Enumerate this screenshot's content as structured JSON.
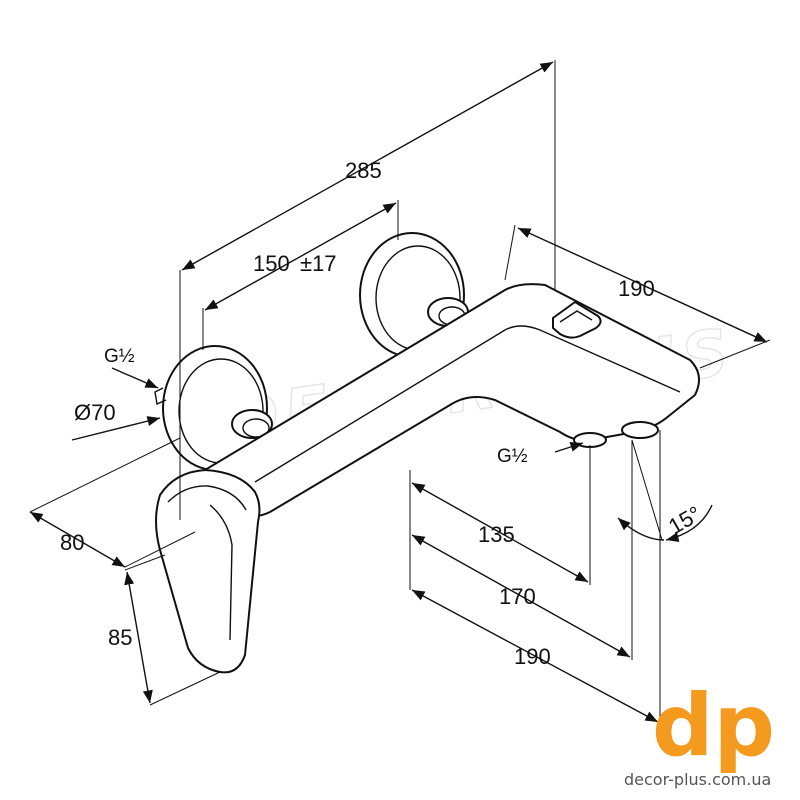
{
  "watermark": "DECOR PLUS",
  "dimensions": {
    "overall_width": "285",
    "center_distance": "150",
    "center_tolerance": "±17",
    "spout_length_top": "190",
    "rosette_diameter": "Ø70",
    "depth": "80",
    "handle_height": "85",
    "outlet_135": "135",
    "outlet_170": "170",
    "outlet_190": "190",
    "angle": "15°"
  },
  "threads": {
    "inlet": "G½",
    "outlet": "G½"
  },
  "logo": {
    "mark": "dp",
    "url": "decor-plus.com.ua",
    "color": "#f39a1f"
  }
}
